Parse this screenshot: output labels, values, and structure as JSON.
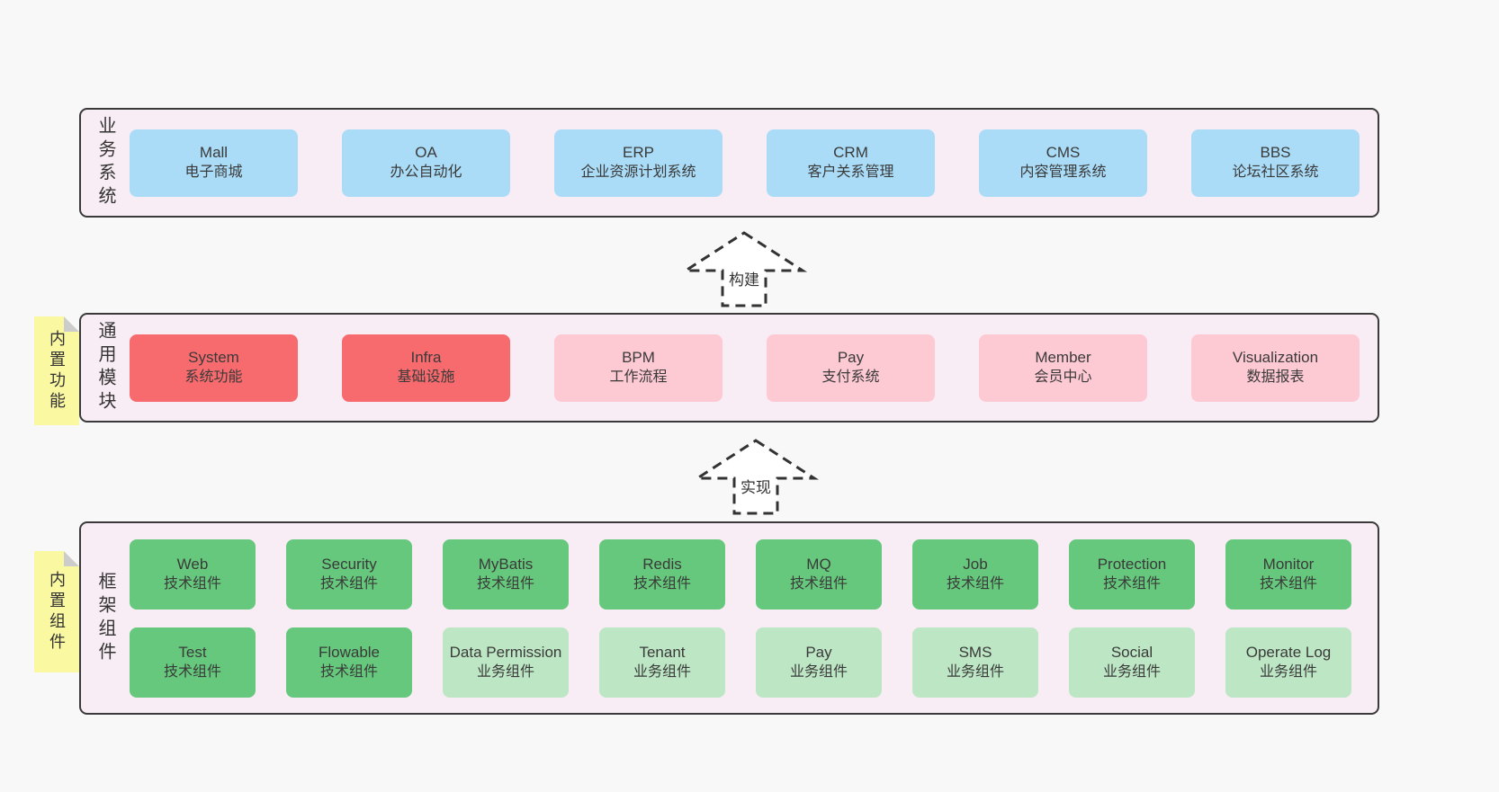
{
  "colors": {
    "page_bg": "#f8f8f8",
    "container_bg": "#f8ecf5",
    "container_border": "#3a3a3a",
    "blue": "#aadcf7",
    "red": "#f76b6e",
    "pink": "#fdc9d3",
    "green": "#66c87c",
    "light_green": "#bde6c4",
    "note_yellow": "#fbf8a2",
    "note_fold": "#cccccc",
    "text": "#3a3a3a"
  },
  "layers": [
    {
      "id": "business-systems",
      "side_label": "业务系统",
      "rows": [
        [
          {
            "title": "Mall",
            "subtitle": "电子商城",
            "variant": "blue"
          },
          {
            "title": "OA",
            "subtitle": "办公自动化",
            "variant": "blue"
          },
          {
            "title": "ERP",
            "subtitle": "企业资源计划系统",
            "variant": "blue"
          },
          {
            "title": "CRM",
            "subtitle": "客户关系管理",
            "variant": "blue"
          },
          {
            "title": "CMS",
            "subtitle": "内容管理系统",
            "variant": "blue"
          },
          {
            "title": "BBS",
            "subtitle": "论坛社区系统",
            "variant": "blue"
          }
        ]
      ]
    },
    {
      "id": "common-modules",
      "side_label": "通用模块",
      "note": "内置功能",
      "rows": [
        [
          {
            "title": "System",
            "subtitle": "系统功能",
            "variant": "red"
          },
          {
            "title": "Infra",
            "subtitle": "基础设施",
            "variant": "red"
          },
          {
            "title": "BPM",
            "subtitle": "工作流程",
            "variant": "pink"
          },
          {
            "title": "Pay",
            "subtitle": "支付系统",
            "variant": "pink"
          },
          {
            "title": "Member",
            "subtitle": "会员中心",
            "variant": "pink"
          },
          {
            "title": "Visualization",
            "subtitle": "数据报表",
            "variant": "pink"
          }
        ]
      ]
    },
    {
      "id": "framework-components",
      "side_label": "框架组件",
      "note": "内置组件",
      "rows": [
        [
          {
            "title": "Web",
            "subtitle": "技术组件",
            "variant": "green"
          },
          {
            "title": "Security",
            "subtitle": "技术组件",
            "variant": "green"
          },
          {
            "title": "MyBatis",
            "subtitle": "技术组件",
            "variant": "green"
          },
          {
            "title": "Redis",
            "subtitle": "技术组件",
            "variant": "green"
          },
          {
            "title": "MQ",
            "subtitle": "技术组件",
            "variant": "green"
          },
          {
            "title": "Job",
            "subtitle": "技术组件",
            "variant": "green"
          },
          {
            "title": "Protection",
            "subtitle": "技术组件",
            "variant": "green"
          },
          {
            "title": "Monitor",
            "subtitle": "技术组件",
            "variant": "green"
          }
        ],
        [
          {
            "title": "Test",
            "subtitle": "技术组件",
            "variant": "green"
          },
          {
            "title": "Flowable",
            "subtitle": "技术组件",
            "variant": "green"
          },
          {
            "title": "Data Permission",
            "subtitle": "业务组件",
            "variant": "lightgreen"
          },
          {
            "title": "Tenant",
            "subtitle": "业务组件",
            "variant": "lightgreen"
          },
          {
            "title": "Pay",
            "subtitle": "业务组件",
            "variant": "lightgreen"
          },
          {
            "title": "SMS",
            "subtitle": "业务组件",
            "variant": "lightgreen"
          },
          {
            "title": "Social",
            "subtitle": "业务组件",
            "variant": "lightgreen"
          },
          {
            "title": "Operate Log",
            "subtitle": "业务组件",
            "variant": "lightgreen"
          }
        ]
      ]
    }
  ],
  "arrows": [
    {
      "label": "构建"
    },
    {
      "label": "实现"
    }
  ]
}
